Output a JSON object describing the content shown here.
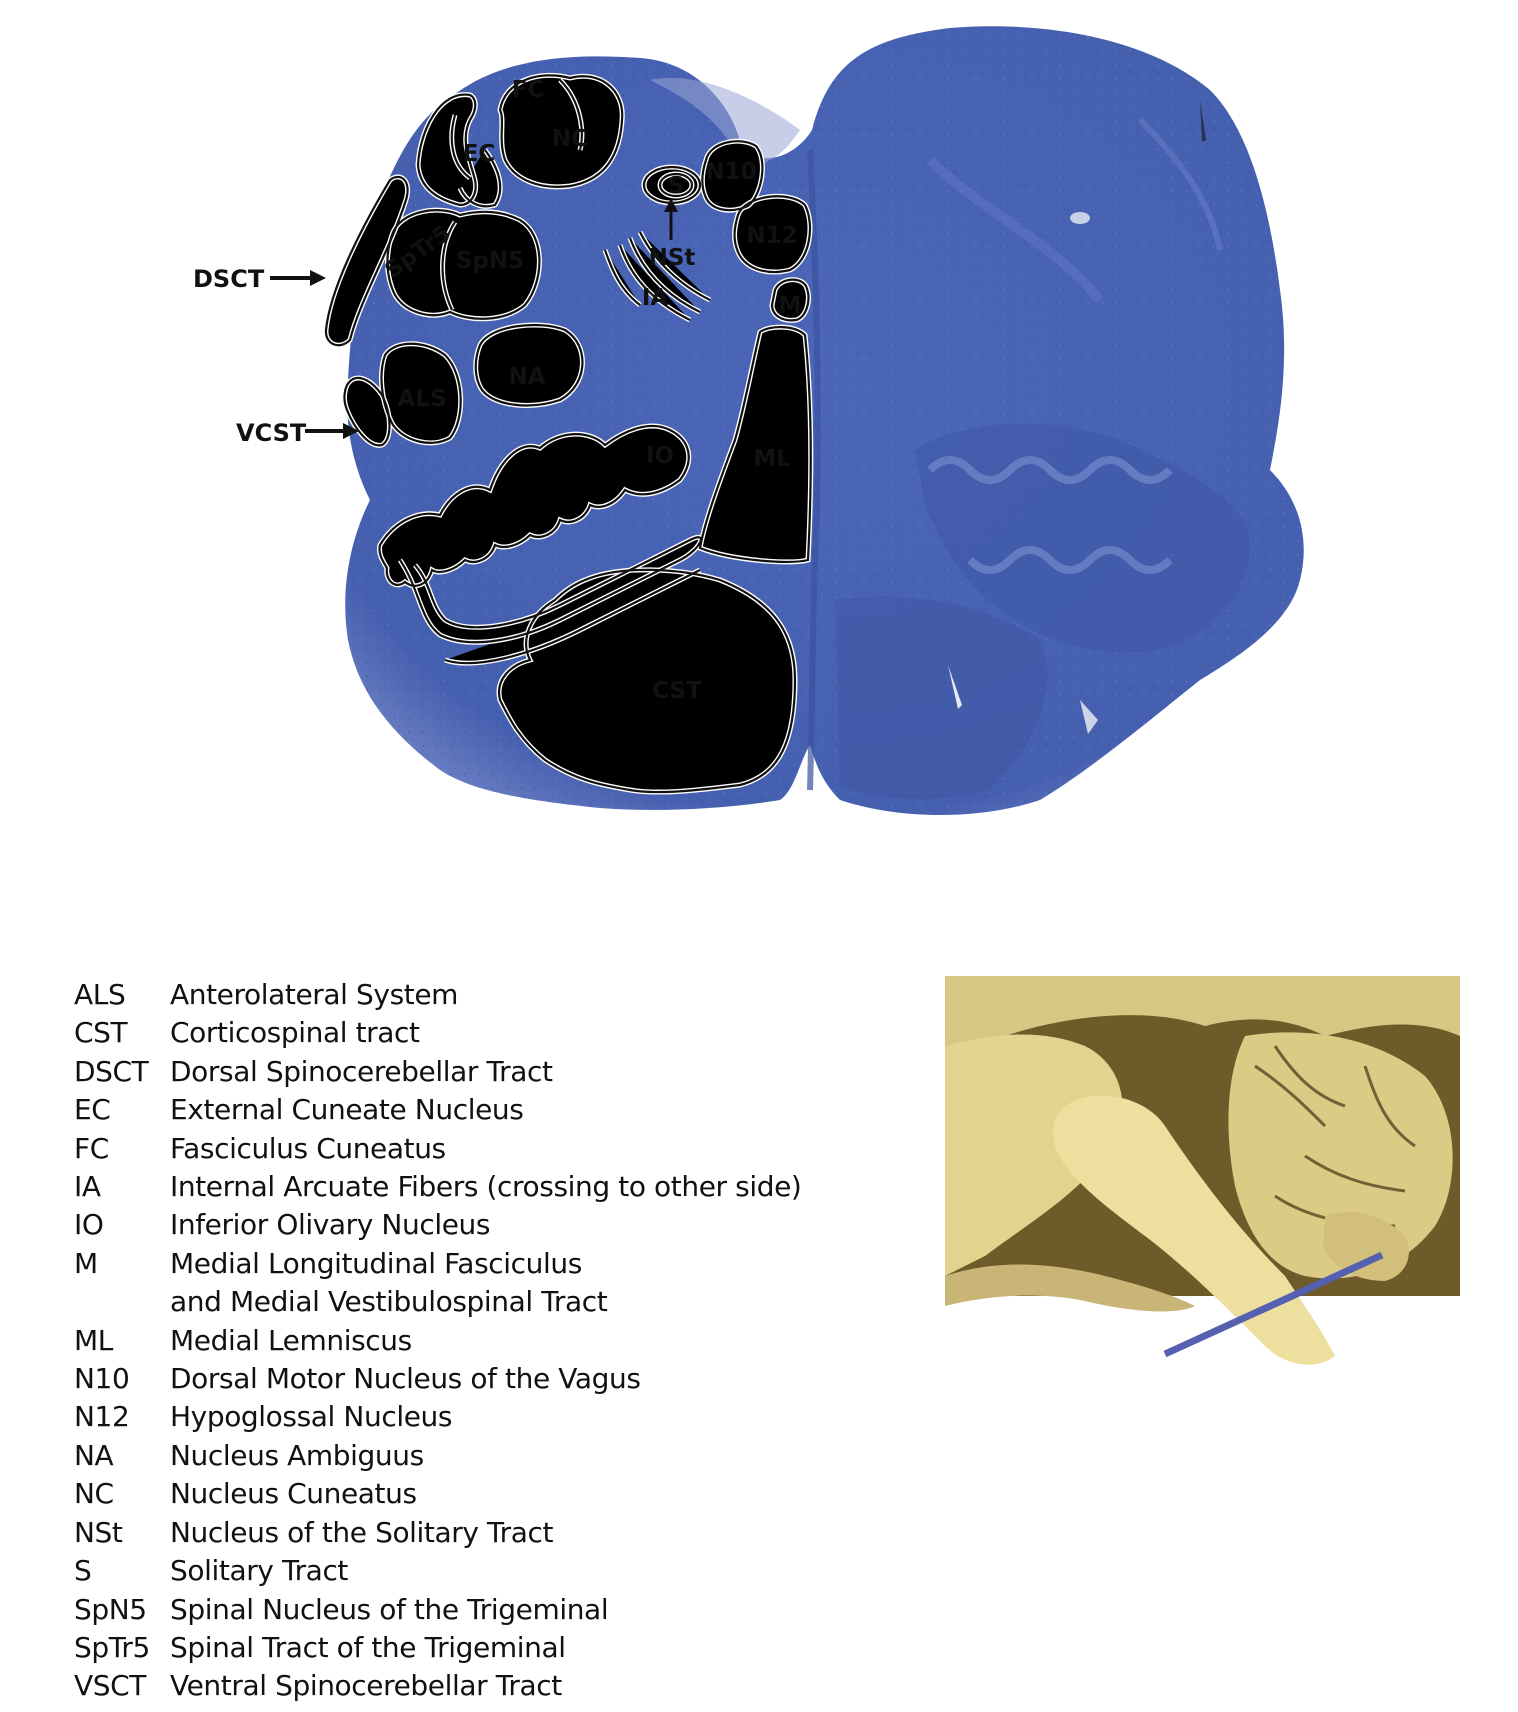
{
  "diagram": {
    "region_labels": {
      "fc": "FC",
      "nc": "NC",
      "ec": "EC",
      "s": "S",
      "n10": "N10",
      "n12": "N12",
      "sptr5": "SpTr5",
      "spn5": "SpN5",
      "nst": "NSt",
      "ia": "IA",
      "m": "M",
      "na": "NA",
      "als": "ALS",
      "io": "IO",
      "ml": "ML",
      "cst": "CST"
    },
    "pointer_labels": {
      "dsct": "DSCT",
      "vcst": "VCST"
    }
  },
  "legend": [
    {
      "abbr": "ALS",
      "desc": "Anterolateral System"
    },
    {
      "abbr": "CST",
      "desc": "Corticospinal tract"
    },
    {
      "abbr": "DSCT",
      "desc": "Dorsal Spinocerebellar Tract"
    },
    {
      "abbr": "EC",
      "desc": "External Cuneate Nucleus"
    },
    {
      "abbr": "FC",
      "desc": "Fasciculus Cuneatus"
    },
    {
      "abbr": "IA",
      "desc": "Internal Arcuate Fibers (crossing to other side)"
    },
    {
      "abbr": "IO",
      "desc": "Inferior Olivary Nucleus"
    },
    {
      "abbr": "M",
      "desc": "Medial Longitudinal Fasciculus\nand Medial Vestibulospinal Tract"
    },
    {
      "abbr": "ML",
      "desc": "Medial Lemniscus"
    },
    {
      "abbr": "N10",
      "desc": "Dorsal Motor Nucleus of the Vagus"
    },
    {
      "abbr": "N12",
      "desc": "Hypoglossal Nucleus"
    },
    {
      "abbr": "NA",
      "desc": "Nucleus Ambiguus"
    },
    {
      "abbr": "NC",
      "desc": "Nucleus Cuneatus"
    },
    {
      "abbr": "NSt",
      "desc": "Nucleus of the Solitary Tract"
    },
    {
      "abbr": "S",
      "desc": "Solitary Tract"
    },
    {
      "abbr": "SpN5",
      "desc": "Spinal Nucleus of the Trigeminal"
    },
    {
      "abbr": "SpTr5",
      "desc": "Spinal Tract of the Trigeminal"
    },
    {
      "abbr": "VSCT",
      "desc": "Ventral Spinocerebellar Tract"
    }
  ],
  "colors": {
    "stain": "#4a64b4",
    "stain_dark": "#3b539f",
    "outline": "#111111",
    "tissue_photo": "#e8dc95",
    "cut_line": "#5560b0"
  }
}
